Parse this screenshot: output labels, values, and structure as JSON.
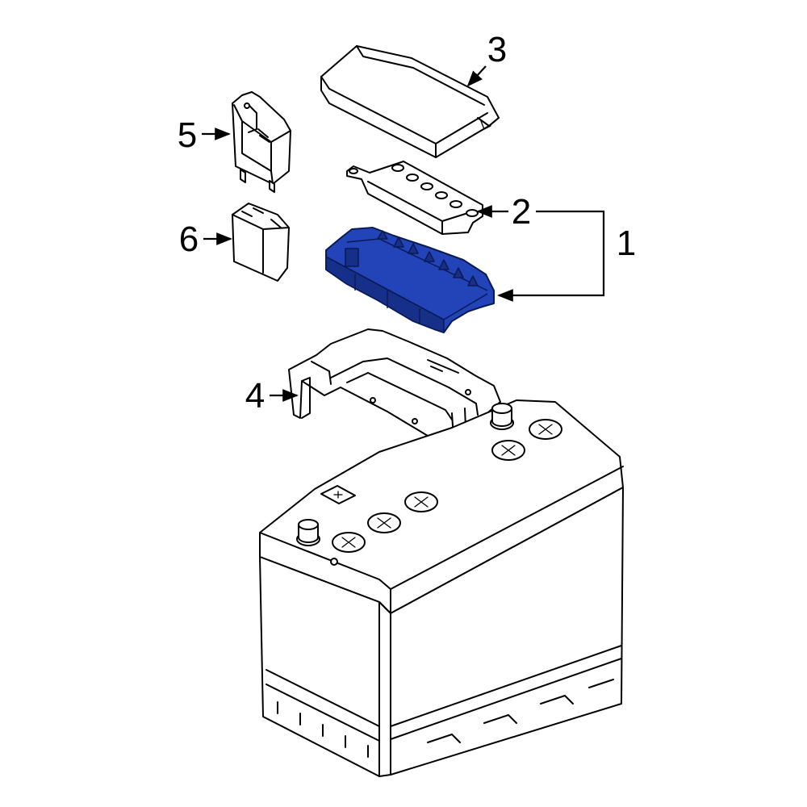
{
  "diagram": {
    "accent_color": "#2244b8",
    "callouts": [
      {
        "id": "1",
        "label": "1",
        "part": "fuse-box-base",
        "highlighted": true
      },
      {
        "id": "2",
        "label": "2",
        "part": "terminal-bus-bar"
      },
      {
        "id": "3",
        "label": "3",
        "part": "fuse-box-cover"
      },
      {
        "id": "4",
        "label": "4",
        "part": "fuse-box-holder-bracket"
      },
      {
        "id": "5",
        "label": "5",
        "part": "relay"
      },
      {
        "id": "6",
        "label": "6",
        "part": "fuse"
      }
    ]
  }
}
